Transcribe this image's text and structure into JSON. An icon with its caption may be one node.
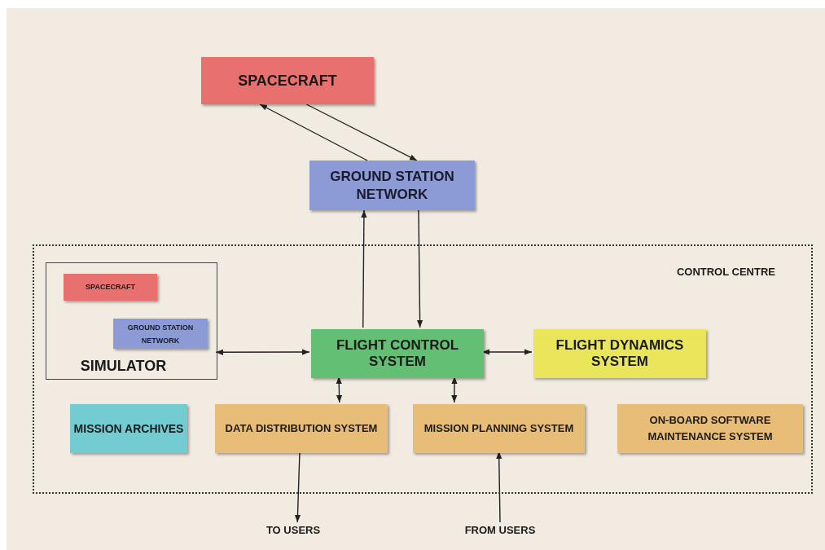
{
  "diagram": {
    "nodes": [
      {
        "text": [
          "SPACECRAFT"
        ]
      },
      {
        "text": [
          "GROUND STATION NETWORK"
        ]
      },
      {
        "text": [
          "CONTROL CENTRE"
        ]
      },
      {
        "text": [
          "SIMULATOR"
        ],
        "in": 2
      },
      {
        "text": [
          "SPACECRAFT"
        ],
        "in": 3
      },
      {
        "text": [
          "GROUND STATION NETWORK"
        ],
        "in": 3
      },
      {
        "text": [
          "FLIGHT CONTROL SYSTEM"
        ],
        "in": 2
      },
      {
        "text": [
          "FLIGHT DYNAMICS SYSTEM"
        ],
        "in": 2
      },
      {
        "text": [
          "MISSION ARCHIVES"
        ],
        "in": 2
      },
      {
        "text": [
          "DATA DISTRIBUTION SYSTEM"
        ],
        "in": 2
      },
      {
        "text": [
          "MISSION PLANNING SYSTEM"
        ],
        "in": 2
      },
      {
        "text": [
          "ON-BOARD SOFTWARE MAINTENANCE SYSTEM"
        ],
        "in": 2
      },
      {
        "text": [
          "TO USERS"
        ]
      },
      {
        "text": [
          "FROM USERS"
        ]
      }
    ],
    "edges": [
      {
        "from": 1,
        "to": 0,
        "arrow": "to"
      },
      {
        "from": 0,
        "to": 1,
        "arrow": "to"
      },
      {
        "from": 6,
        "to": 1,
        "arrow": "to"
      },
      {
        "from": 1,
        "to": 6,
        "arrow": "to"
      },
      {
        "from": 3,
        "to": 6,
        "arrow": "both"
      },
      {
        "from": 6,
        "to": 7,
        "arrow": "both"
      },
      {
        "from": 6,
        "to": 9,
        "arrow": "both"
      },
      {
        "from": 6,
        "to": 10,
        "arrow": "both"
      },
      {
        "from": 9,
        "to": 12,
        "arrow": "to"
      },
      {
        "from": 13,
        "to": 10,
        "arrow": "to"
      }
    ]
  }
}
